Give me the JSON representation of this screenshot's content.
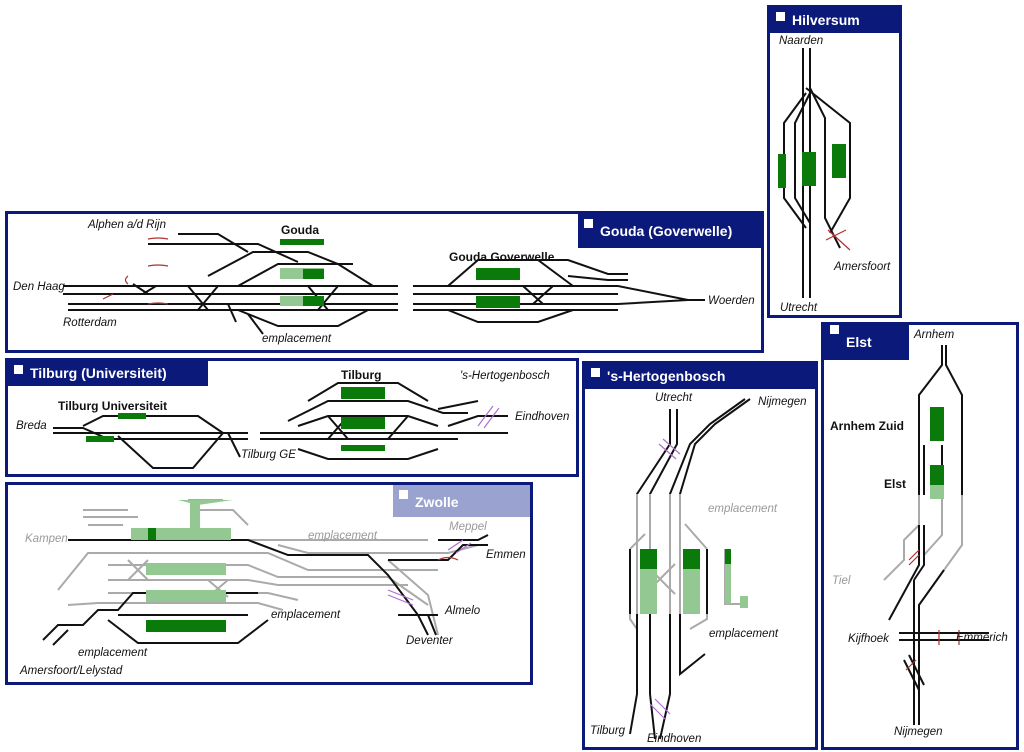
{
  "panels": {
    "hilversum": {
      "title": "Hilversum",
      "labels": {
        "naarden": "Naarden",
        "amersfoort": "Amersfoort",
        "utrecht": "Utrecht"
      }
    },
    "gouda": {
      "title": "Gouda (Goverwelle)",
      "stations": {
        "gouda": "Gouda",
        "goverwelle": "Gouda Goverwelle"
      },
      "labels": {
        "alphen": "Alphen a/d Rijn",
        "denhaag": "Den Haag",
        "rotterdam": "Rotterdam",
        "emplacement": "emplacement",
        "woerden": "Woerden"
      }
    },
    "tilburg": {
      "title": "Tilburg (Universiteit)",
      "stations": {
        "tilburg": "Tilburg",
        "universiteit": "Tilburg Universiteit"
      },
      "labels": {
        "breda": "Breda",
        "tilburgge": "Tilburg GE",
        "hertogenbosch": "'s-Hertogenbosch",
        "eindhoven": "Eindhoven"
      }
    },
    "zwolle": {
      "title": "Zwolle",
      "labels": {
        "kampen": "Kampen",
        "emplacement_top": "emplacement",
        "meppel": "Meppel",
        "emmen": "Emmen",
        "almelo": "Almelo",
        "emplacement_mid": "emplacement",
        "deventer": "Deventer",
        "emplacement_low": "emplacement",
        "amersfoort_lelystad": "Amersfoort/Lelystad"
      }
    },
    "hertogenbosch": {
      "title": "'s-Hertogenbosch",
      "labels": {
        "utrecht": "Utrecht",
        "nijmegen": "Nijmegen",
        "emplacement_top": "emplacement",
        "emplacement_bottom": "emplacement",
        "tilburg": "Tilburg",
        "eindhoven": "Eindhoven"
      }
    },
    "elst": {
      "title": "Elst",
      "stations": {
        "arnhemzuid": "Arnhem Zuid",
        "elst": "Elst"
      },
      "labels": {
        "arnhem": "Arnhem",
        "tiel": "Tiel",
        "kijfhoek": "Kijfhoek",
        "emmerich": "Emmerich",
        "nijmegen": "Nijmegen"
      }
    }
  },
  "colors": {
    "panel_border": "#0b1a7a",
    "platform": "#0a7a0a",
    "platform_faded": "#93c893",
    "track": "#111111",
    "track_faded": "#aaaaaa"
  }
}
